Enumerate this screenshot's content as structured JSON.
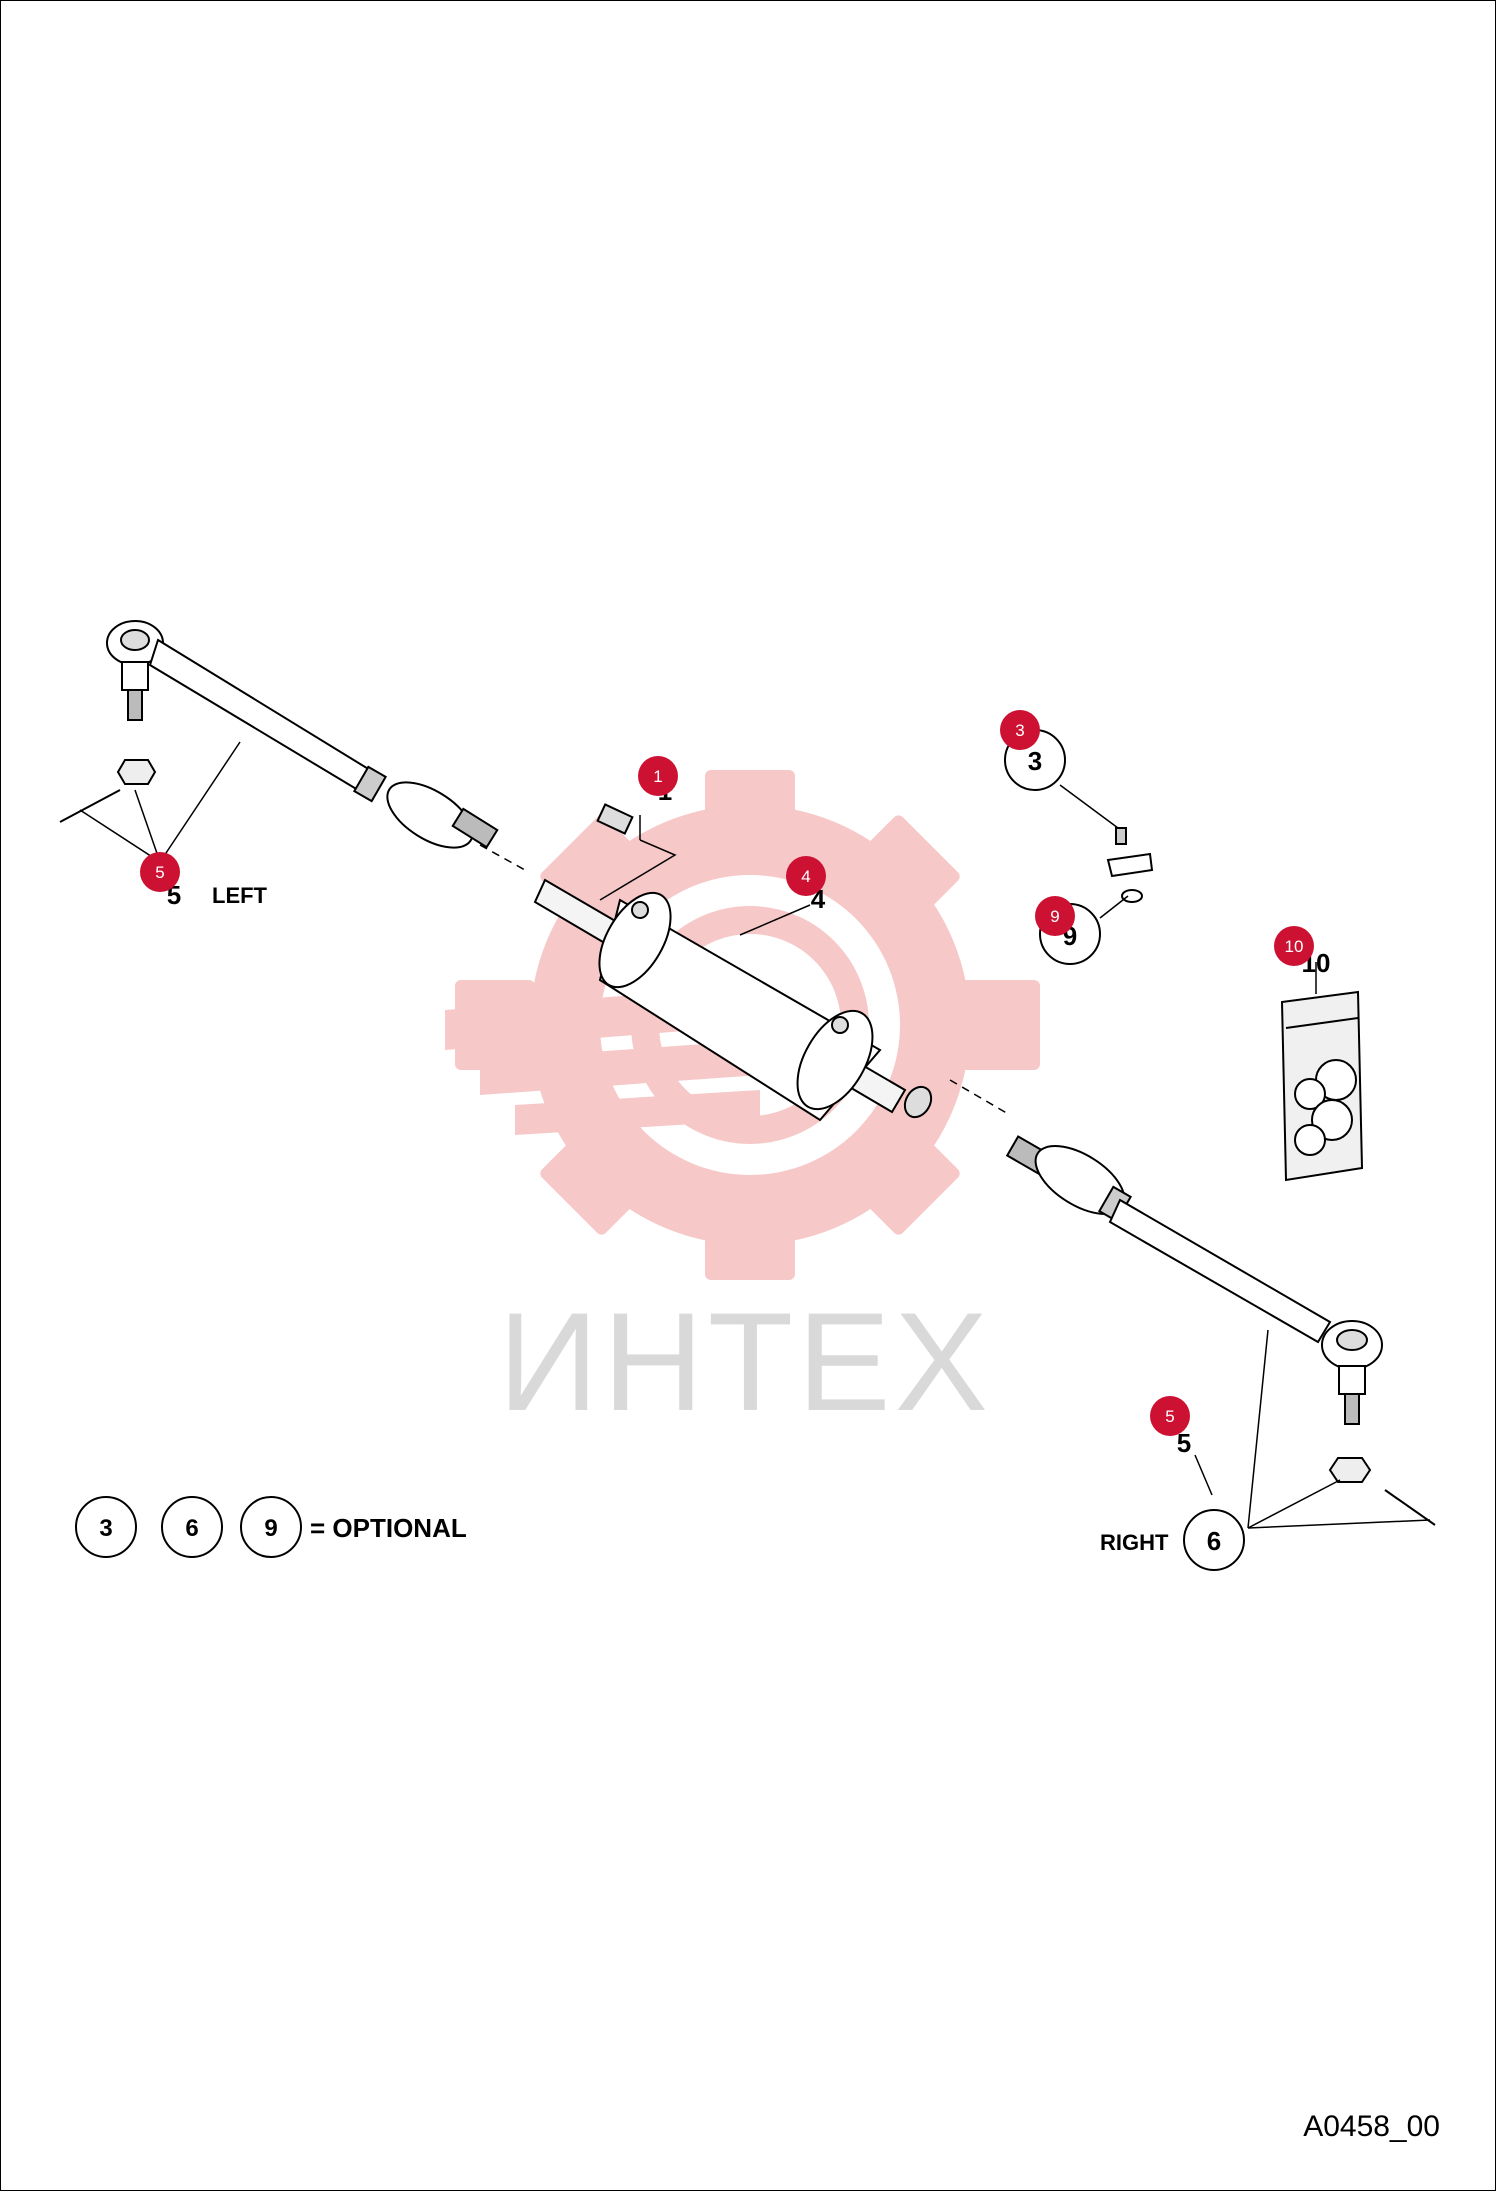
{
  "watermark": {
    "text": "ИНТЕХ"
  },
  "drawing_code": "A0458_00",
  "side_labels": {
    "left": "LEFT",
    "right": "RIGHT"
  },
  "legend": {
    "items": [
      "3",
      "6",
      "9"
    ],
    "text": "= OPTIONAL"
  },
  "callouts": {
    "p1": "1",
    "p3": "3",
    "p4": "4",
    "p5_left": "5",
    "p5_right": "5",
    "p6": "6",
    "p9": "9",
    "p10": "10"
  },
  "badges": {
    "b1": "1",
    "b3": "3",
    "b4": "4",
    "b5_left": "5",
    "b5_right": "5",
    "b9": "9",
    "b10": "10"
  },
  "colors": {
    "badge": "#cc1133",
    "watermark_gear": "#f7c8c8",
    "watermark_text": "#d9d9d9"
  }
}
